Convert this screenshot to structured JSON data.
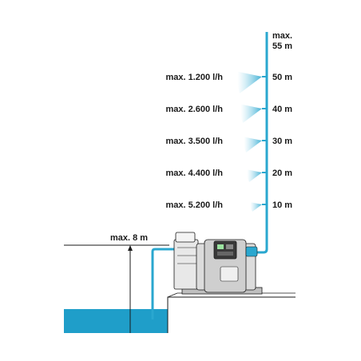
{
  "top_label": {
    "line1": "max.",
    "line2": "55 m"
  },
  "levels": [
    {
      "height": "50 m",
      "flow": "max. 1.200 l/h",
      "height_m": 50
    },
    {
      "height": "40 m",
      "flow": "max. 2.600 l/h",
      "height_m": 40
    },
    {
      "height": "30 m",
      "flow": "max. 3.500 l/h",
      "height_m": 30
    },
    {
      "height": "20 m",
      "flow": "max. 4.400 l/h",
      "height_m": 20
    },
    {
      "height": "10 m",
      "flow": "max. 5.200 l/h",
      "height_m": 10
    }
  ],
  "suction_label": "max. 8 m",
  "colors": {
    "water": "#1f9ec9",
    "pipe": "#2aa7cf",
    "spray": "#8fd3ea",
    "ink": "#1a1a1a"
  }
}
